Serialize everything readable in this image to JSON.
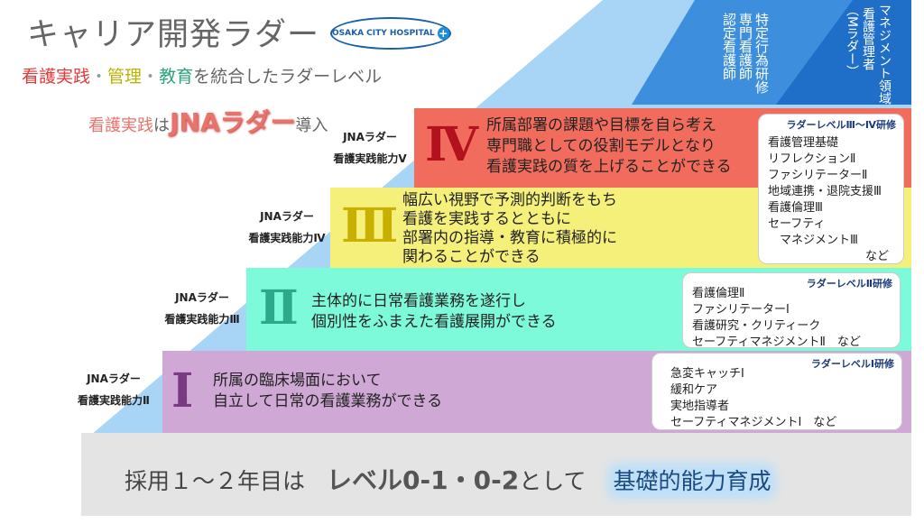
{
  "title": "キャリア開発ラダー",
  "hospital_badge": "OSAKA CITY HOSPITAL",
  "hospital_badge_cross": "+",
  "subtitle": {
    "part1": "看護実践",
    "sep1": "・",
    "part2": "管理",
    "sep2": "・",
    "part3": "教育",
    "rest": "を統合したラダーレベル"
  },
  "jna_line": {
    "prefix": "看護実践",
    "ha": "は",
    "big": "JNAラダー",
    "suffix": "導入"
  },
  "top_right": {
    "specialist": [
      "特定行為研修",
      "専門看護師",
      "認定看護師"
    ],
    "management": [
      "マネジメント領域",
      "看護管理者",
      "（Mラダー）"
    ]
  },
  "levels": [
    {
      "roman": "Ⅳ",
      "jna_label": "JNAラダー",
      "ability_label": "看護実践能力Ⅴ",
      "desc": [
        "所属部署の課題や目標を自ら考え",
        "専門職としての役割モデルとなり",
        "看護実践の質を上げることができる"
      ],
      "box_title": "ラダーレベルⅢ～Ⅳ研修",
      "box_items": [
        "看護管理基礎",
        "リフレクションⅡ",
        "ファシリテーターⅡ",
        "地域連携・退院支援Ⅲ",
        "看護倫理Ⅲ",
        "セーフティ",
        "　マネジメントⅢ",
        "など"
      ]
    },
    {
      "roman": "Ⅲ",
      "jna_label": "JNAラダー",
      "ability_label": "看護実践能力Ⅳ",
      "desc": [
        "幅広い視野で予測的判断をもち",
        "看護を実践するとともに",
        "部署内の指導・教育に積極的に",
        "関わることができる"
      ]
    },
    {
      "roman": "Ⅱ",
      "jna_label": "JNAラダー",
      "ability_label": "看護実践能力Ⅲ",
      "desc": [
        "主体的に日常看護業務を遂行し",
        "個別性をふまえた看護展開ができる"
      ],
      "box_title": "ラダーレベルⅡ研修",
      "box_items": [
        "看護倫理Ⅱ",
        "ファシリテーターⅠ",
        "看護研究・クリティーク",
        "セーフティマネジメントⅡ　など"
      ]
    },
    {
      "roman": "Ⅰ",
      "jna_label": "JNAラダー",
      "ability_label": "看護実践能力Ⅱ",
      "desc": [
        "所属の臨床場面において",
        "自立して日常の看護業務ができる"
      ],
      "box_title": "ラダーレベルⅠ研修",
      "box_items": [
        "急変キャッチⅠ",
        "緩和ケア",
        "実地指導者",
        "セーフティマネジメントⅠ　など"
      ]
    }
  ],
  "bottom": {
    "prefix": "採用１～２年目は",
    "level": "レベル0-1・0-2",
    "middle": "として",
    "highlight": "基礎的能力育成"
  },
  "colors": {
    "lv4": "#f26c5e",
    "lv3": "#f5f07a",
    "lv2": "#7dfada",
    "lv1": "#d0a8d6",
    "stair_blue": "#a8d4f5",
    "top_blue1": "#3d8fde",
    "top_blue2": "#1f6ec8",
    "bottom_gray": "#e4e4e4"
  }
}
